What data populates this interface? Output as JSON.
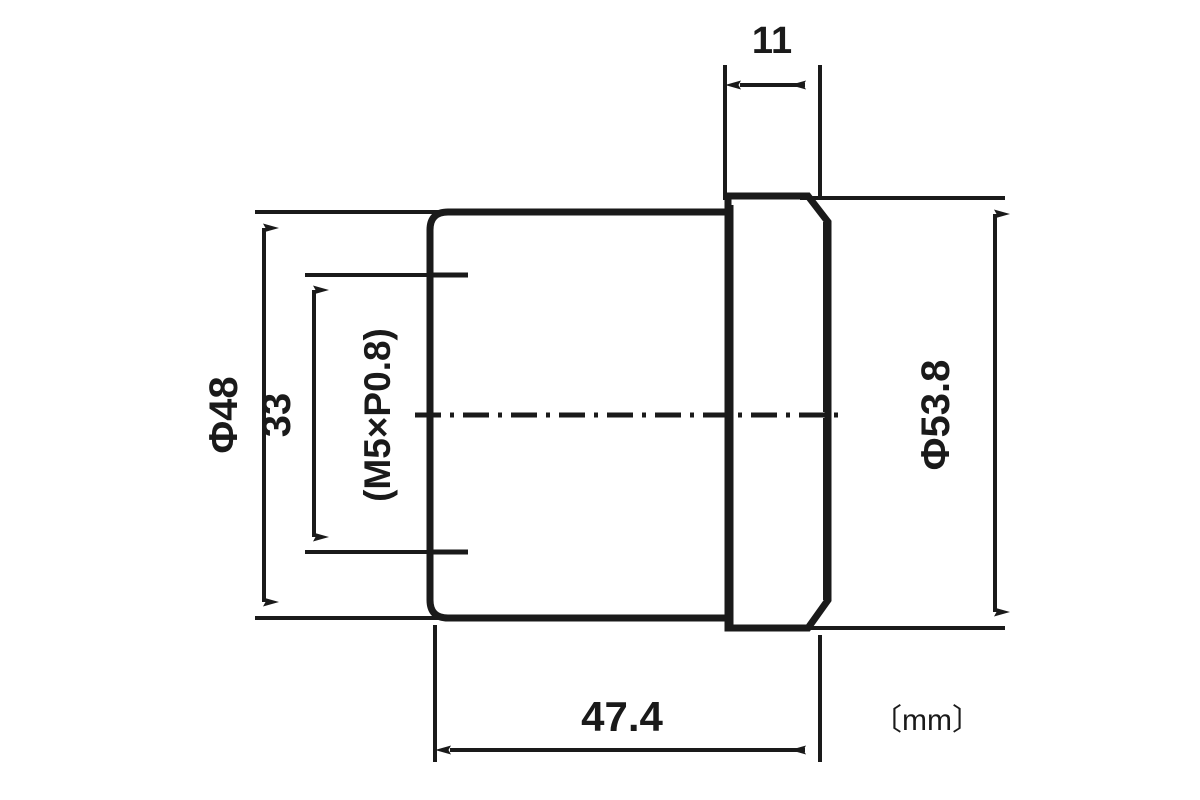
{
  "drawing": {
    "title": "Bushing / adapter cross-section dimensional drawing",
    "units_label": "〔mm〕",
    "line_color": "#1a1a1a",
    "background_color": "#ffffff",
    "view": "cross-section side view"
  },
  "dimensions": {
    "flange_width": {
      "label": "11",
      "value": 11,
      "unit": "mm",
      "orientation": "horizontal",
      "position": "top"
    },
    "body_diameter": {
      "label": "Φ48",
      "value": 48,
      "unit": "mm",
      "orientation": "vertical",
      "position": "left-outer"
    },
    "thread_diameter": {
      "label": "33",
      "value": 33,
      "unit": "mm",
      "orientation": "vertical",
      "position": "left-inner"
    },
    "thread_spec": {
      "label": "(M5×P0.8)",
      "orientation": "vertical",
      "position": "left-inner-note"
    },
    "flange_diameter": {
      "label": "Φ53.8",
      "value": 53.8,
      "unit": "mm",
      "orientation": "vertical",
      "position": "right-outer"
    },
    "overall_length": {
      "label": "47.4",
      "value": 47.4,
      "unit": "mm",
      "orientation": "horizontal",
      "position": "bottom"
    }
  }
}
